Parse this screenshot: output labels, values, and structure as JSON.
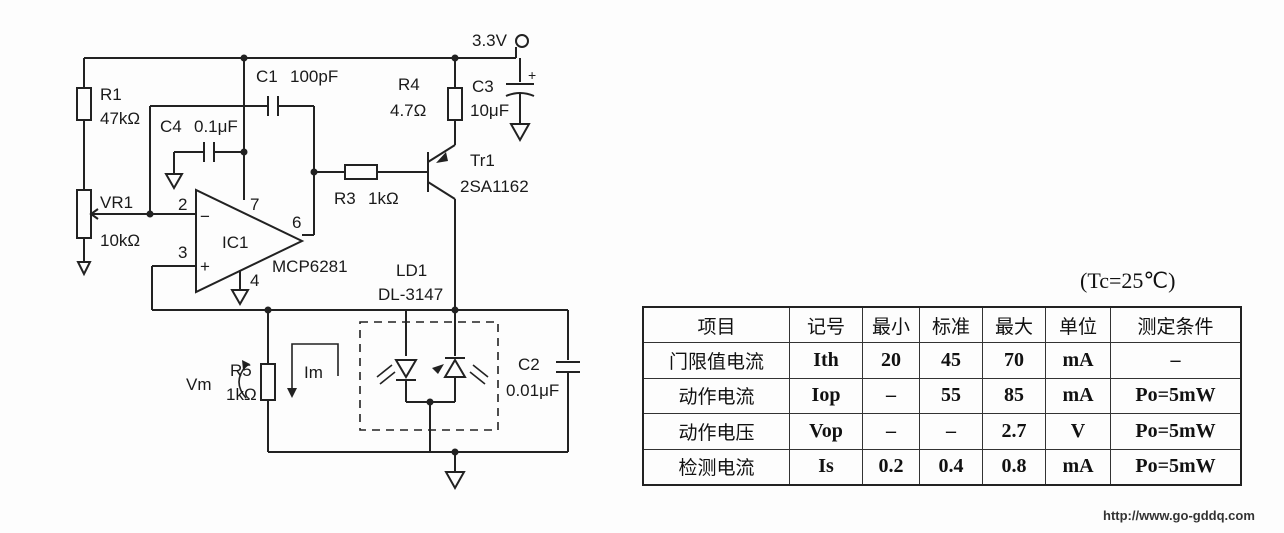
{
  "circuit": {
    "supply": "3.3V",
    "r1_name": "R1",
    "r1_value": "47kΩ",
    "vr1_name": "VR1",
    "vr1_value": "10kΩ",
    "c1_name": "C1",
    "c1_value": "100pF",
    "c4_name": "C4",
    "c4_value": "0.1μF",
    "r4_name": "R4",
    "r4_value": "4.7Ω",
    "c3_name": "C3",
    "c3_value": "10μF",
    "tr1_name": "Tr1",
    "tr1_value": "2SA1162",
    "r3_name": "R3",
    "r3_value": "1kΩ",
    "ic1_name": "IC1",
    "ic1_value": "MCP6281",
    "pin2": "2",
    "pin3": "3",
    "pin4": "4",
    "pin6": "6",
    "pin7": "7",
    "minus": "−",
    "plus": "+",
    "ld1_name": "LD1",
    "ld1_value": "DL-3147",
    "r5_name": "R5",
    "r5_value": "1kΩ",
    "vm_label": "Vm",
    "im_label": "Im",
    "c2_name": "C2",
    "c2_value": "0.01μF",
    "c3_plus": "+"
  },
  "table": {
    "condition": "(Tc=25℃)",
    "headers": [
      "项目",
      "记号",
      "最小",
      "标准",
      "最大",
      "单位",
      "测定条件"
    ],
    "rows": [
      [
        "门限值电流",
        "Ith",
        "20",
        "45",
        "70",
        "mA",
        "–"
      ],
      [
        "动作电流",
        "Iop",
        "–",
        "55",
        "85",
        "mA",
        "Po=5mW"
      ],
      [
        "动作电压",
        "Vop",
        "–",
        "–",
        "2.7",
        "V",
        "Po=5mW"
      ],
      [
        "检测电流",
        "Is",
        "0.2",
        "0.4",
        "0.8",
        "mA",
        "Po=5mW"
      ]
    ]
  },
  "watermark": "http://www.go-gddq.com"
}
